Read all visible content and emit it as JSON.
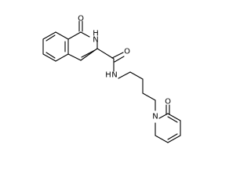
{
  "molecule": {
    "atom_labels": {
      "carbonyl_o_top": "O",
      "ring_nh": "H",
      "ring_nh_n": "N",
      "amide_o": "O",
      "amide_nh_n": "N",
      "amide_nh_h": "H",
      "pyridone_n": "N",
      "pyridone_o": "O"
    }
  }
}
